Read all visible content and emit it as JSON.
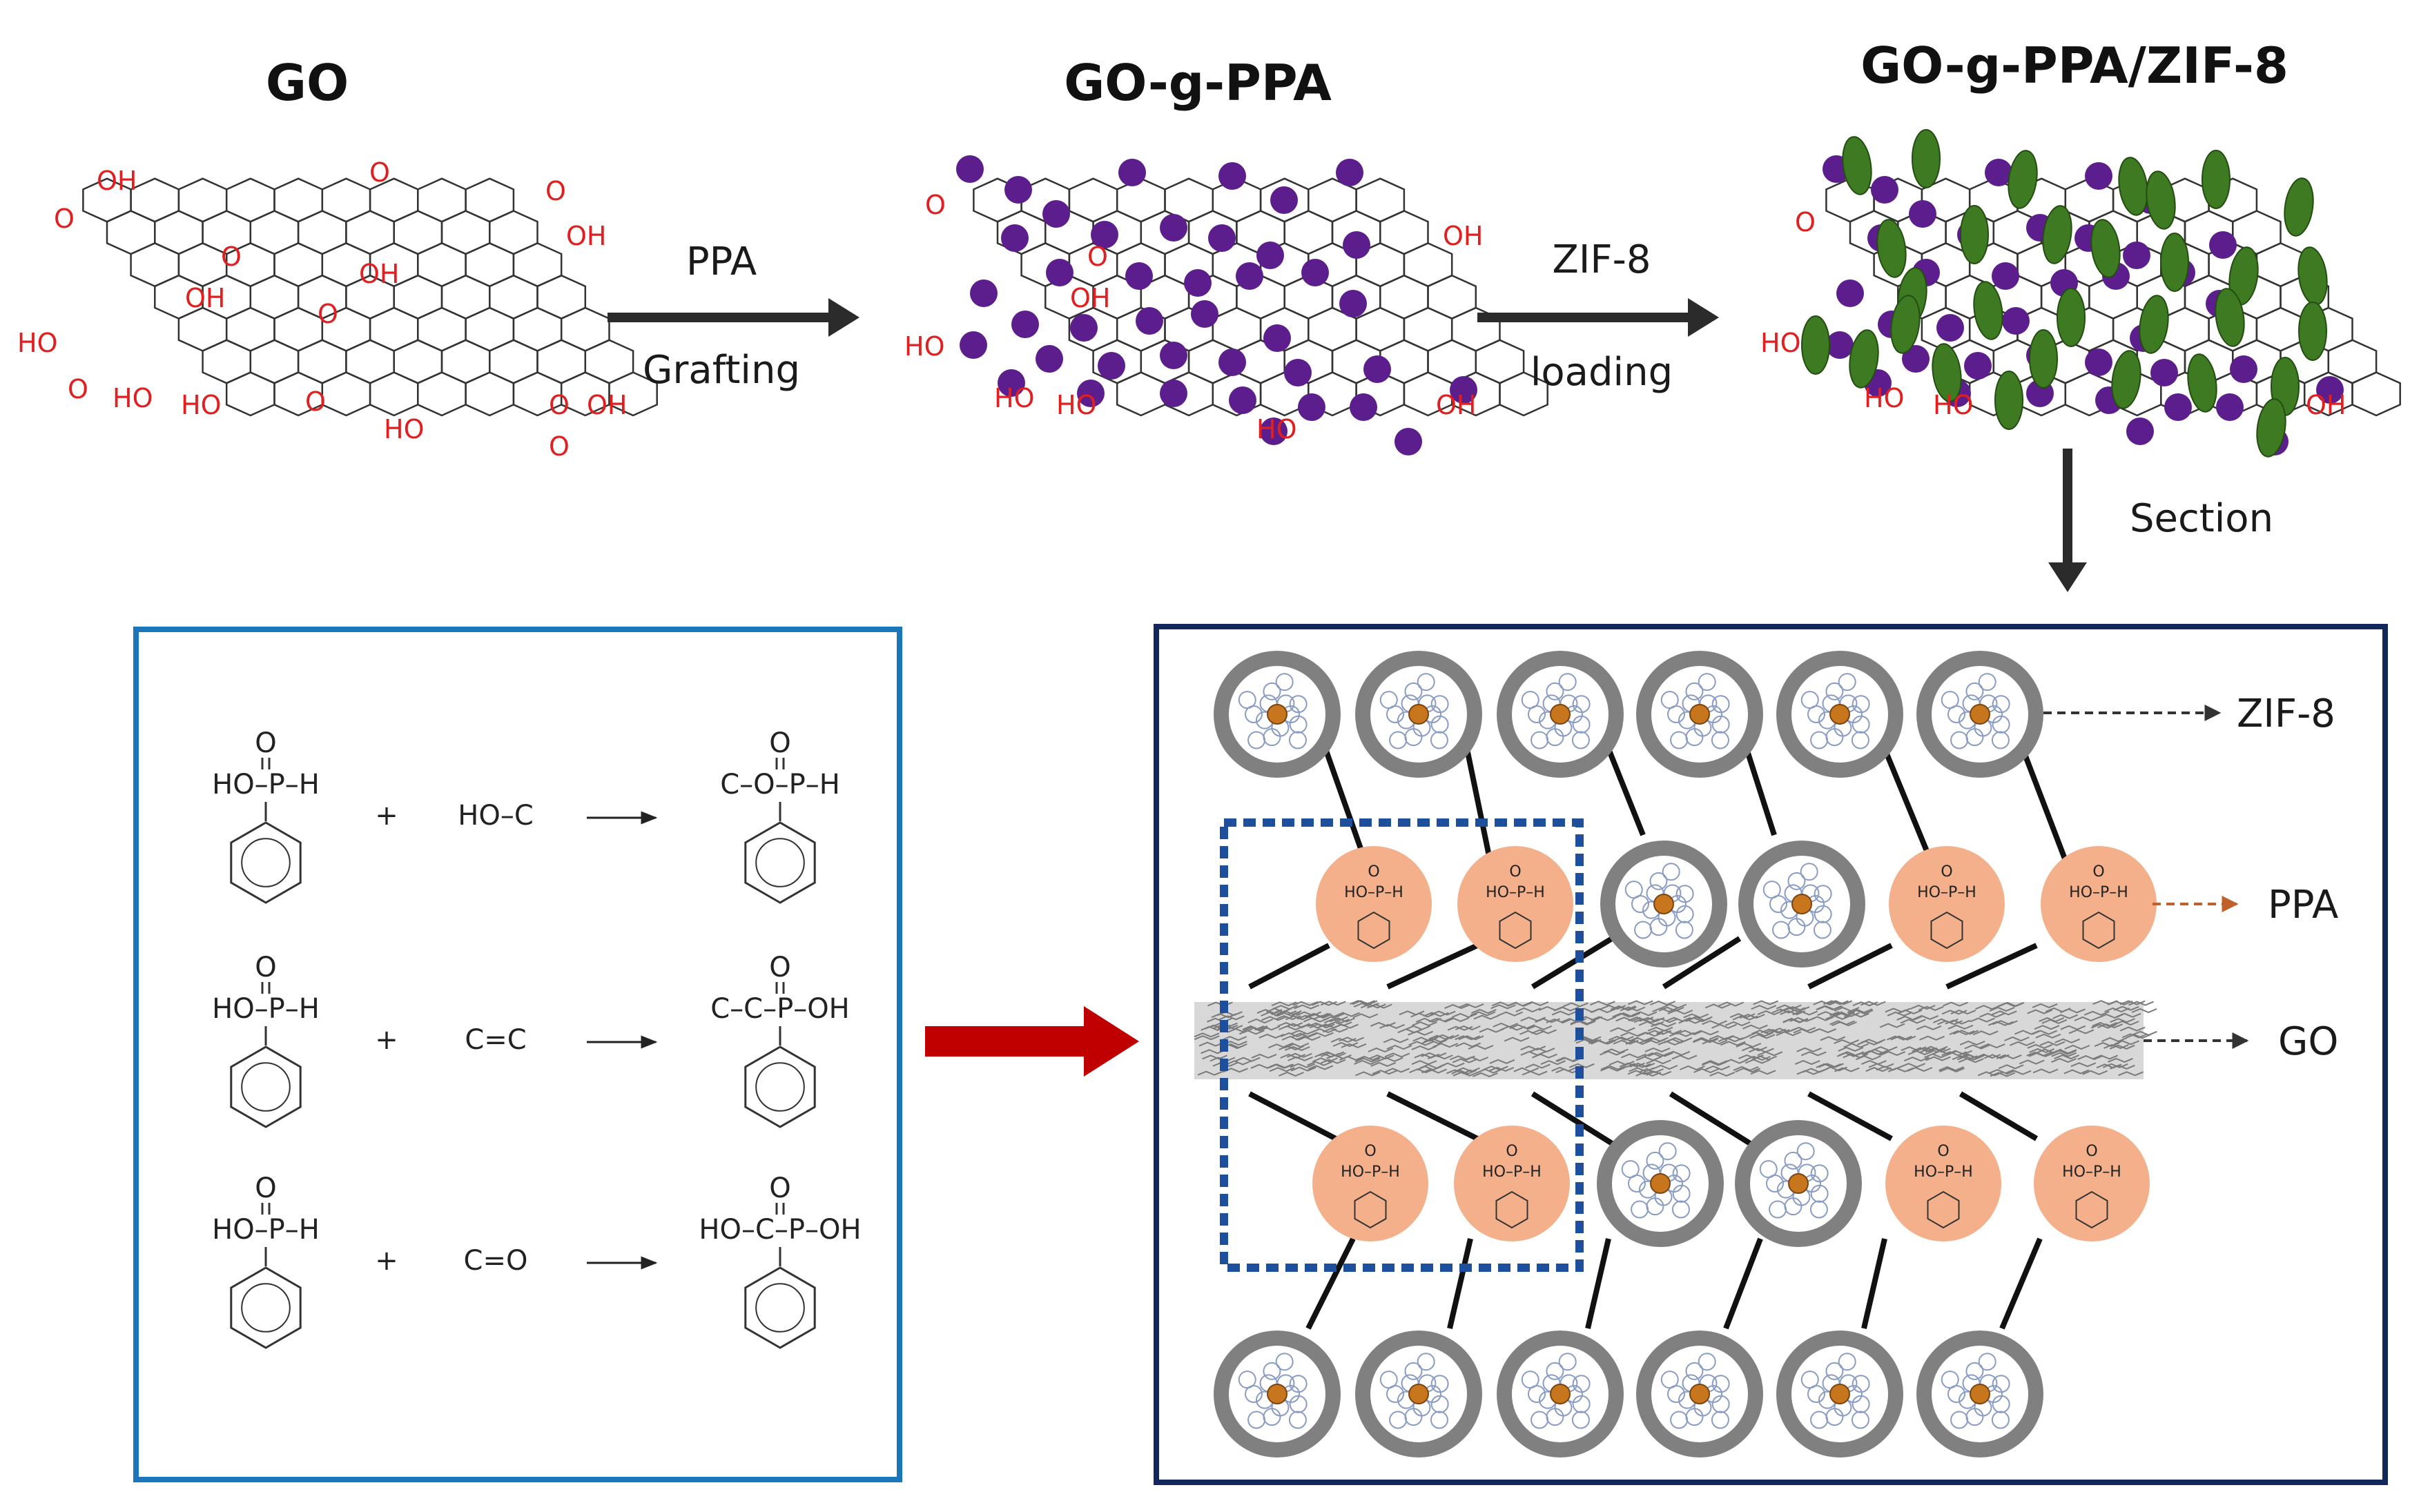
{
  "stages": {
    "go": "GO",
    "go_g_ppa": "GO-g-PPA",
    "go_g_ppa_zif8": "GO-g-PPA/ZIF-8"
  },
  "arrows": {
    "step1_top": "PPA",
    "step1_bottom": "Grafting",
    "step2_top": "ZIF-8",
    "step2_bottom": "loading",
    "section": "Section"
  },
  "oxygen_groups": {
    "oh": "OH",
    "ho": "HO",
    "o": "O"
  },
  "reactions": {
    "reagent": "HO–P–H",
    "oxo": "O",
    "plus": "+",
    "rows": [
      {
        "partner": "HO–C",
        "product": "C–O–P–H"
      },
      {
        "partner": "C=C",
        "product": "C–C–P–OH"
      },
      {
        "partner": "C=O",
        "product": "HO–C–P–OH"
      }
    ]
  },
  "section_legend": {
    "zif8": "ZIF-8",
    "ppa": "PPA",
    "go": "GO"
  },
  "ppa_small_label": "HO–P–H",
  "colors": {
    "oxygen": "#e02020",
    "ppa_dot": "#5b1e8c",
    "zif_ellipse": "#3d7a22",
    "ppa_sphere": "#f3b08a",
    "zif_ring": "#808080",
    "blue_frame": "#1b75bb",
    "navy_frame": "#13275a",
    "red_arrow": "#c00000",
    "dotted_box": "#1e4f9c"
  }
}
